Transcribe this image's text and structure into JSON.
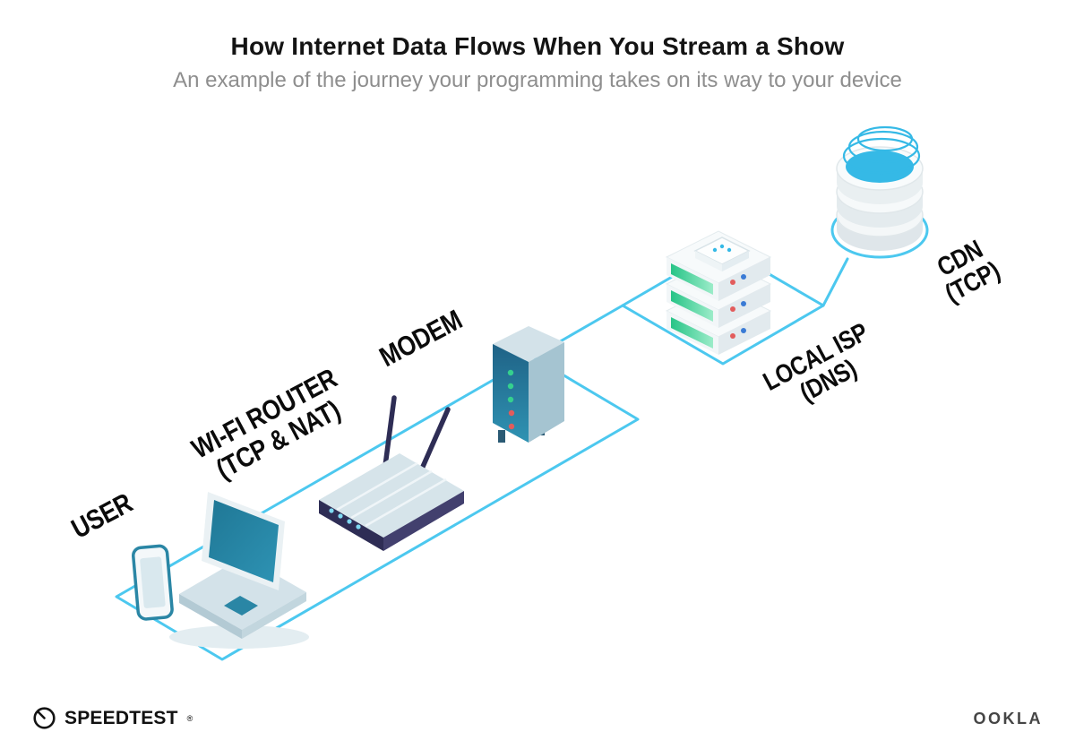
{
  "header": {
    "title": "How Internet Data Flows When You Stream a Show",
    "subtitle": "An example of the journey your programming takes on its way to your device"
  },
  "diagram": {
    "labels": {
      "user": "USER",
      "router": "WI-FI ROUTER\n(TCP & NAT)",
      "modem": "MODEM",
      "isp": "LOCAL ISP\n(DNS)",
      "cdn": "CDN\n(TCP)"
    },
    "flow": [
      "USER",
      "WI-FI ROUTER (TCP & NAT)",
      "MODEM",
      "LOCAL ISP (DNS)",
      "CDN (TCP)"
    ],
    "colors": {
      "connector": "#4cc8ef",
      "device_teal": "#2a86a5",
      "router_base_navy": "#2e2d55",
      "server_green": "#27c487",
      "cdn_blue": "#35b9e6",
      "led_red": "#e25c5c"
    }
  },
  "footer": {
    "speedtest_label": "SPEEDTEST",
    "speedtest_mark": "®",
    "ookla_label": "OOKLA"
  }
}
